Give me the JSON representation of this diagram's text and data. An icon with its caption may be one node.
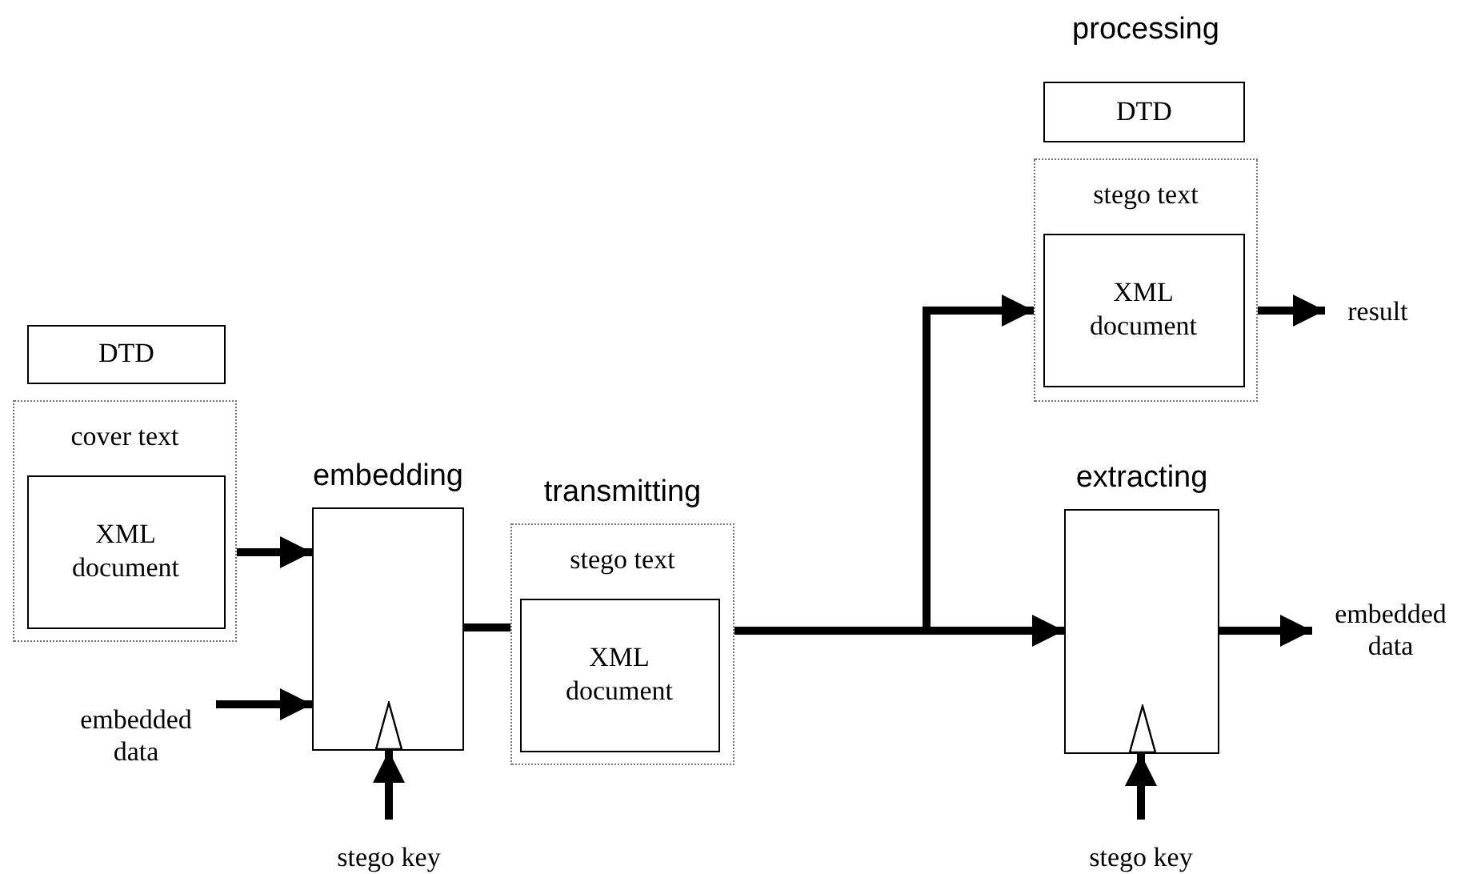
{
  "diagram": {
    "nodes": [
      {
        "text": [
          "DTD"
        ]
      },
      {
        "text": [
          "cover text"
        ]
      },
      {
        "text": [
          "XML document"
        ],
        "in": 1
      },
      {
        "text": [
          "embedding"
        ]
      },
      {
        "text": [
          "embedded data"
        ]
      },
      {
        "text": [
          "stego key"
        ]
      },
      {
        "text": [
          "transmitting",
          "stego text"
        ]
      },
      {
        "text": [
          "XML document"
        ],
        "in": 6
      },
      {
        "text": [
          "DTD"
        ]
      },
      {
        "text": [
          "stego text"
        ]
      },
      {
        "text": [
          "XML document"
        ],
        "in": 9
      },
      {
        "text": [
          "result"
        ]
      },
      {
        "text": [
          "extracting"
        ]
      },
      {
        "text": [
          "embedded data"
        ]
      },
      {
        "text": [
          "stego key"
        ]
      }
    ],
    "edges": [
      {
        "from": 1,
        "to": 3,
        "arrow": "to"
      },
      {
        "from": 4,
        "to": 3,
        "arrow": "to"
      },
      {
        "from": 5,
        "to": 3,
        "arrow": "to"
      },
      {
        "from": 3,
        "to": 6,
        "arrow": "none"
      },
      {
        "from": 6,
        "to": 9,
        "arrow": "to"
      },
      {
        "from": 6,
        "to": 12,
        "arrow": "to"
      },
      {
        "from": 9,
        "to": 11,
        "arrow": "to"
      },
      {
        "from": 12,
        "to": 13,
        "arrow": "to"
      },
      {
        "from": 14,
        "to": 12,
        "arrow": "to"
      }
    ],
    "labels": [
      "processing"
    ]
  }
}
